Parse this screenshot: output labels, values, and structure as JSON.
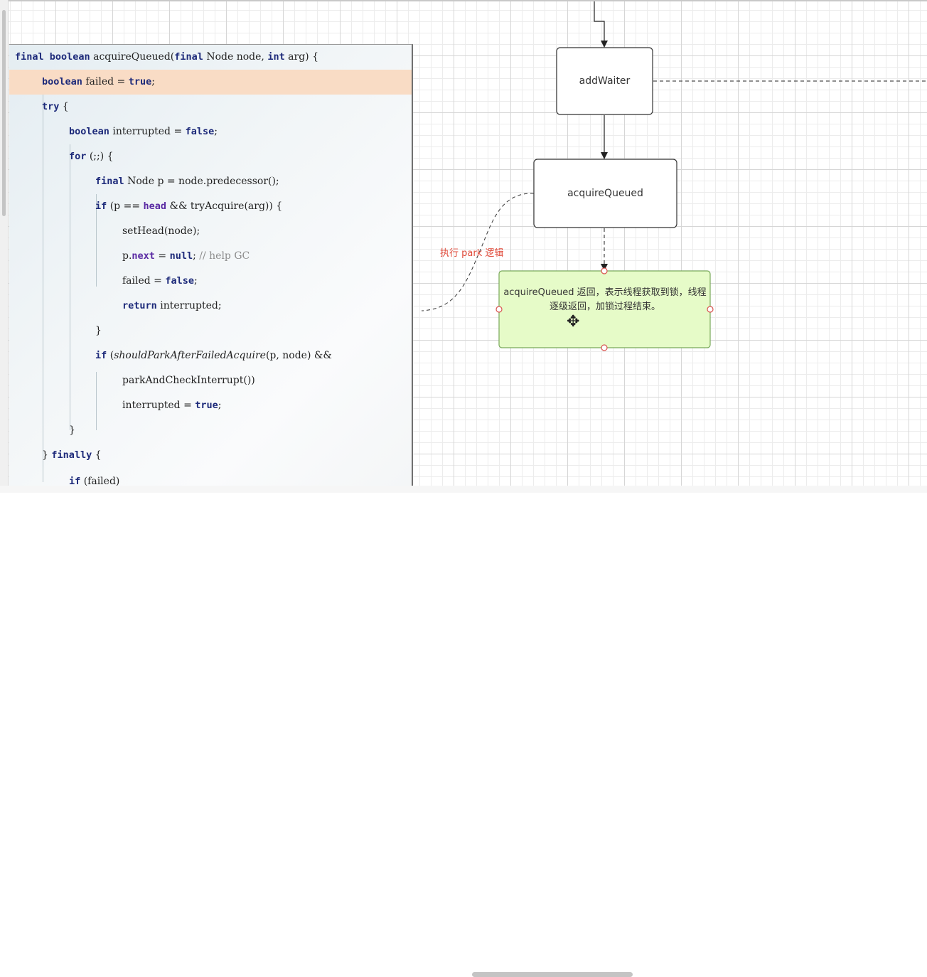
{
  "code": {
    "l1": {
      "kw1": "final boolean",
      "t1": " acquireQueued(",
      "kw2": "final",
      "t2": " Node node, ",
      "kw3": "int",
      "t3": " arg) {"
    },
    "l2": {
      "kw1": "boolean",
      "t1": " failed = ",
      "kw2": "true",
      "t2": ";"
    },
    "l3": {
      "kw1": "try",
      "t1": " {"
    },
    "l4": {
      "kw1": "boolean",
      "t1": " interrupted = ",
      "kw2": "false",
      "t2": ";"
    },
    "l5": {
      "kw1": "for",
      "t1": " (;;) {"
    },
    "l6": {
      "kw1": "final",
      "t1": " Node p = node.predecessor();"
    },
    "l7": {
      "kw1": "if",
      "t1": " (p == ",
      "fld1": "head",
      "t2": " && tryAcquire(arg)) {"
    },
    "l8": {
      "t1": "setHead(node);"
    },
    "l9": {
      "t1": "p.",
      "fld1": "next",
      "t2": " = ",
      "kw1": "null",
      "t3": "; ",
      "cm": "// help GC"
    },
    "l10": {
      "t1": "failed = ",
      "kw1": "false",
      "t2": ";"
    },
    "l11": {
      "kw1": "return",
      "t1": " interrupted;"
    },
    "l12": {
      "t1": "}"
    },
    "l13": {
      "kw1": "if",
      "t1": " (",
      "it1": "shouldParkAfterFailedAcquire",
      "t2": "(p, node) &&"
    },
    "l14": {
      "t1": "parkAndCheckInterrupt())"
    },
    "l15": {
      "t1": "interrupted = ",
      "kw1": "true",
      "t2": ";"
    },
    "l16": {
      "t1": "}"
    },
    "l17": {
      "t1": "} ",
      "kw1": "finally",
      "t2": " {"
    },
    "l18": {
      "kw1": "if",
      "t1": " (failed)"
    }
  },
  "diagram": {
    "add_waiter": "addWaiter",
    "acquire_queued": "acquireQueued",
    "park_label": "执行 park 逻辑",
    "result_node": "acquireQueued 返回，表示线程获取到锁，线程逐级返回，加锁过程结束。",
    "result_fill": "#e6fbc8",
    "result_stroke": "#78a85a",
    "park_label_color": "#e04a3a"
  }
}
